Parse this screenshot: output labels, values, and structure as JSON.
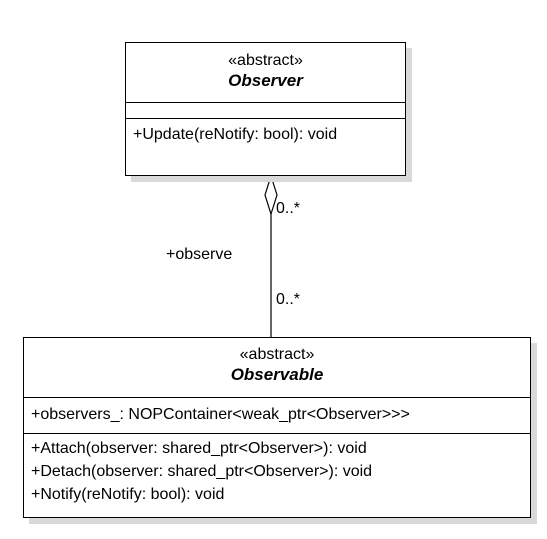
{
  "classes": {
    "observer": {
      "stereotype": "«abstract»",
      "name": "Observer",
      "attributes": [],
      "operations": [
        "+Update(reNotify: bool): void"
      ]
    },
    "observable": {
      "stereotype": "«abstract»",
      "name": "Observable",
      "attributes": [
        "+observers_: NOPContainer<weak_ptr<Observer>>>"
      ],
      "operations": [
        "+Attach(observer: shared_ptr<Observer>): void",
        "+Detach(observer: shared_ptr<Observer>): void",
        "+Notify(reNotify: bool): void"
      ]
    }
  },
  "association": {
    "type": "aggregation",
    "role": "+observe",
    "multiplicity_observer_end": "0..*",
    "multiplicity_observable_end": "0..*"
  }
}
